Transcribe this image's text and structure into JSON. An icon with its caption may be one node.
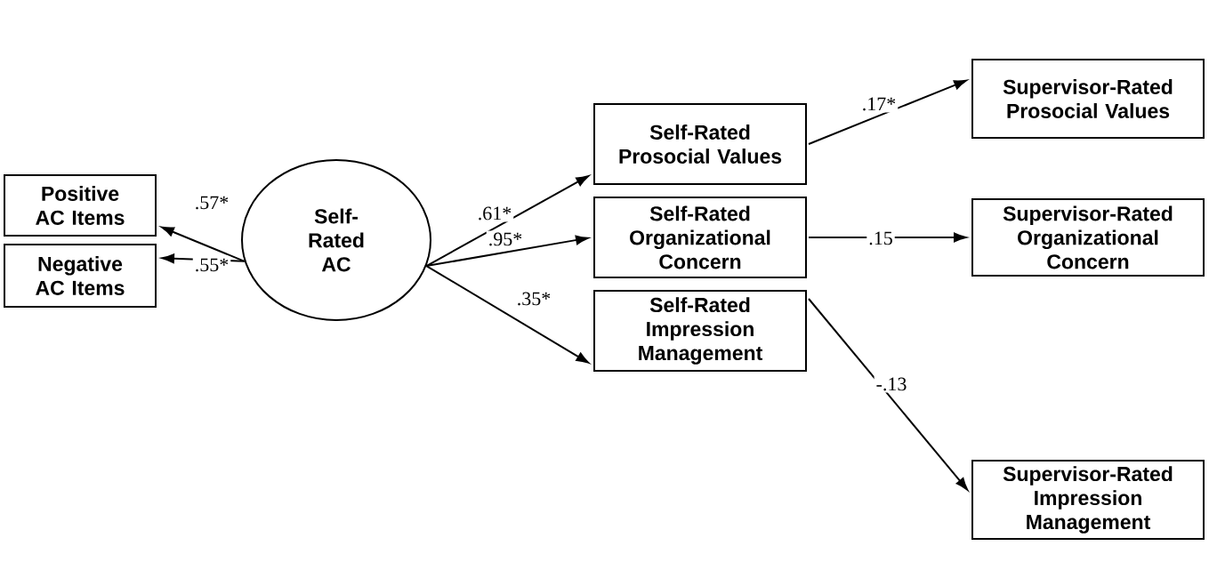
{
  "diagram": {
    "nodes": [
      {
        "text": [
          "Positive AC Items"
        ]
      },
      {
        "text": [
          "Negative AC Items"
        ]
      },
      {
        "text": [
          "Self-Rated AC"
        ]
      },
      {
        "text": [
          "Self-Rated Prosocial Values"
        ]
      },
      {
        "text": [
          "Self-Rated Organizational Concern"
        ]
      },
      {
        "text": [
          "Self-Rated Impression Management"
        ]
      },
      {
        "text": [
          "Supervisor-Rated Prosocial Values"
        ]
      },
      {
        "text": [
          "Supervisor-Rated Organizational Concern"
        ]
      },
      {
        "text": [
          "Supervisor-Rated Impression Management"
        ]
      }
    ],
    "edges": [
      {
        "from": 2,
        "to": 0,
        "arrow": "to",
        "label": ".57*"
      },
      {
        "from": 2,
        "to": 1,
        "arrow": "to",
        "label": ".55*"
      },
      {
        "from": 2,
        "to": 3,
        "arrow": "to",
        "label": ".61*"
      },
      {
        "from": 2,
        "to": 4,
        "arrow": "to",
        "label": ".95*"
      },
      {
        "from": 2,
        "to": 5,
        "arrow": "to",
        "label": ".35*"
      },
      {
        "from": 3,
        "to": 6,
        "arrow": "to",
        "label": ".17*"
      },
      {
        "from": 4,
        "to": 7,
        "arrow": "to",
        "label": ".15"
      },
      {
        "from": 5,
        "to": 8,
        "arrow": "to",
        "label": "-.13"
      }
    ]
  }
}
